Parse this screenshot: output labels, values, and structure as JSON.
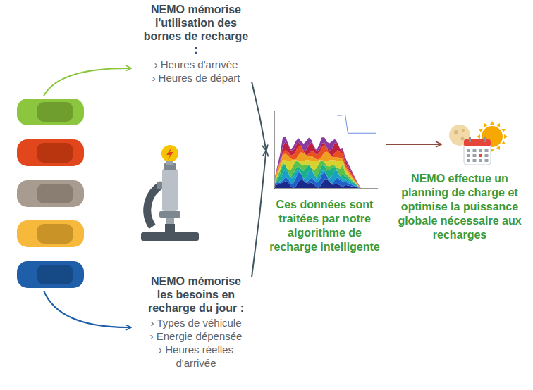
{
  "diagram": {
    "nodes": [
      {
        "text": [
          "NEMO mémorise l'utilisation des bornes de recharge :",
          "› Heures d'arrivée",
          "› Heures de départ"
        ]
      },
      {
        "text": [
          "NEMO mémorise les besoins en recharge du jour :",
          "› Types de véhicule",
          "› Energie dépensée",
          "› Heures réelles d'arrivée"
        ]
      },
      {
        "text": [
          "Ces données sont traitées par notre algorithme de recharge intelligente"
        ]
      },
      {
        "text": [
          "NEMO effectue un planning de charge et optimise la puissance globale nécessaire aux recharges"
        ]
      }
    ],
    "edges": [
      {
        "from": 0,
        "to": 2,
        "arrow": "to"
      },
      {
        "from": 1,
        "to": 2,
        "arrow": "to"
      },
      {
        "from": 2,
        "to": 3,
        "arrow": "to"
      }
    ]
  }
}
